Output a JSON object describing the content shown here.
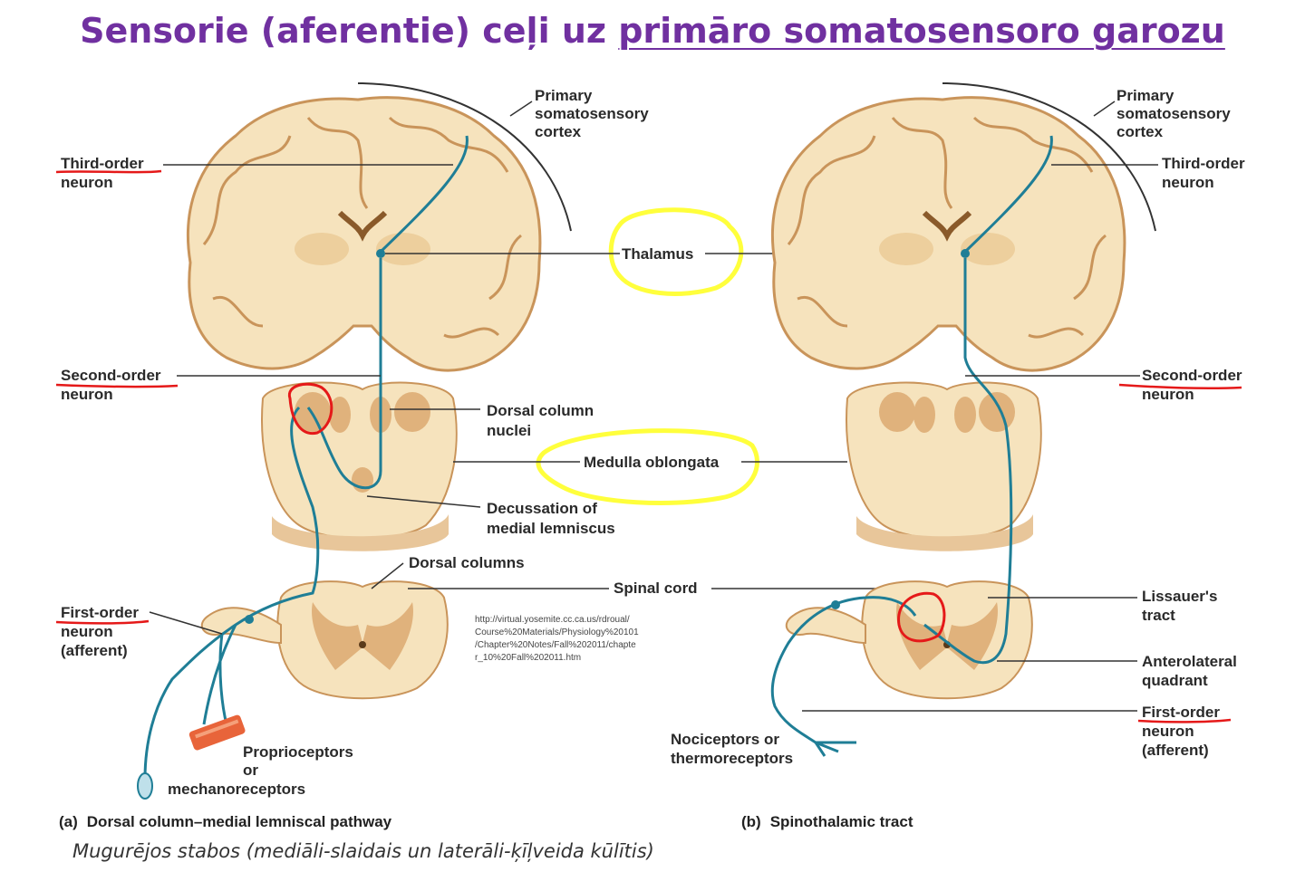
{
  "slide": {
    "title_part1": "Sensorie (aferentie) ceļi uz ",
    "title_part2": "primāro somatosensoro garozu",
    "footnote": "Mugurējos stabos (mediāli-slaidais un laterāli-ķīļveida kūlītis)"
  },
  "left_panel": {
    "cortex_label": [
      "Primary",
      "somatosensory",
      "cortex"
    ],
    "third_order": [
      "Third-order",
      "neuron"
    ],
    "second_order": [
      "Second-order",
      "neuron"
    ],
    "dorsal_nuclei": [
      "Dorsal column",
      "nuclei"
    ],
    "decussation": [
      "Decussation of",
      "medial lemniscus"
    ],
    "dorsal_columns": "Dorsal columns",
    "first_order": [
      "First-order",
      "neuron",
      "(afferent)"
    ],
    "receptors": [
      "Proprioceptors",
      "or",
      "mechanoreceptors"
    ],
    "caption_letter": "(a)",
    "caption": "Dorsal column–medial lemniscal pathway"
  },
  "center": {
    "thalamus": "Thalamus",
    "medulla": "Medulla oblongata",
    "spinal_cord": "Spinal cord",
    "url_lines": [
      "http://virtual.yosemite.cc.ca.us/rdroual/",
      "Course%20Materials/Physiology%20101",
      "/Chapter%20Notes/Fall%202011/chapte",
      "r_10%20Fall%202011.htm"
    ]
  },
  "right_panel": {
    "cortex_label": [
      "Primary",
      "somatosensory",
      "cortex"
    ],
    "third_order": [
      "Third-order",
      "neuron"
    ],
    "second_order": [
      "Second-order",
      "neuron"
    ],
    "lissauer": [
      "Lissauer's",
      "tract"
    ],
    "anterolateral": [
      "Anterolateral",
      "quadrant"
    ],
    "first_order": [
      "First-order",
      "neuron",
      "(afferent)"
    ],
    "receptors": [
      "Nociceptors or",
      "thermoreceptors"
    ],
    "caption_letter": "(b)",
    "caption": "Spinothalamic tract"
  },
  "colors": {
    "title": "#7030a0",
    "tissue": "#f6e3bd",
    "tissue_edge": "#c9945a",
    "gray_matter": "#e0b27c",
    "neuron": "#1f7e96",
    "highlight": "#ffff3c",
    "annotation": "#e51919"
  }
}
